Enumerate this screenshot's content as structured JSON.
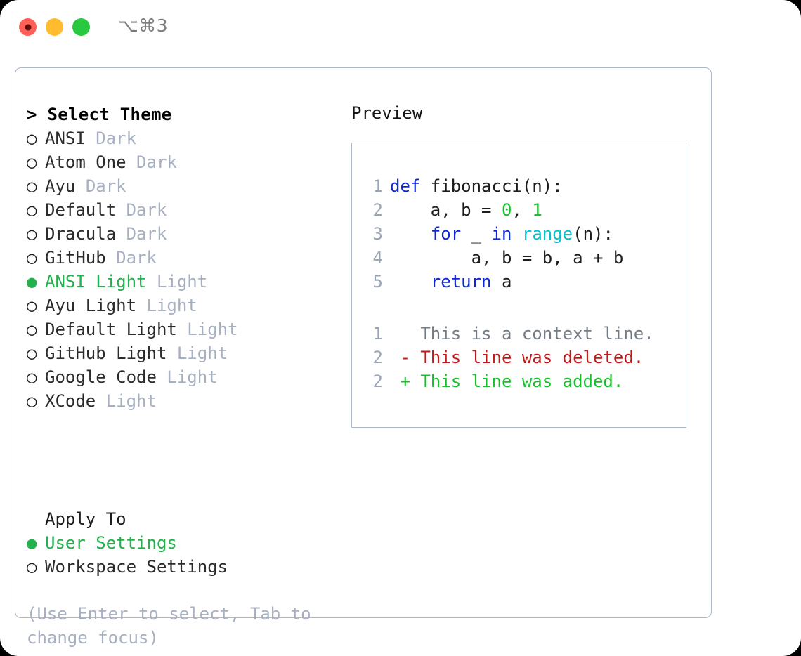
{
  "window": {
    "titlebar_shortcut": "⌥⌘3",
    "traffic_lights": [
      "close-record-dot",
      "minimize",
      "maximize"
    ]
  },
  "colors": {
    "accent_green": "#22b14c",
    "muted_tag": "#a7b0c0",
    "panel_border": "#aeb7c6",
    "keyword_blue": "#0b27d6",
    "builtin_cyan": "#00c1d4",
    "number_green": "#16c02a",
    "diff_delete_red": "#c01b1b",
    "diff_add_green": "#16c02a",
    "line_number_gray": "#9aa5b5",
    "traffic_red": "#ff5f57",
    "traffic_yellow": "#febc2e",
    "traffic_green": "#28c840"
  },
  "theme_panel": {
    "heading_marker": ">",
    "heading": "Select Theme",
    "marker_selected": "●",
    "marker_unselected": "○",
    "items": [
      {
        "name": "ANSI",
        "tag": "Dark",
        "selected": false
      },
      {
        "name": "Atom One",
        "tag": "Dark",
        "selected": false
      },
      {
        "name": "Ayu",
        "tag": "Dark",
        "selected": false
      },
      {
        "name": "Default",
        "tag": "Dark",
        "selected": false
      },
      {
        "name": "Dracula",
        "tag": "Dark",
        "selected": false
      },
      {
        "name": "GitHub",
        "tag": "Dark",
        "selected": false
      },
      {
        "name": "ANSI Light",
        "tag": "Light",
        "selected": true
      },
      {
        "name": "Ayu Light",
        "tag": "Light",
        "selected": false
      },
      {
        "name": "Default Light",
        "tag": "Light",
        "selected": false
      },
      {
        "name": "GitHub Light",
        "tag": "Light",
        "selected": false
      },
      {
        "name": "Google Code",
        "tag": "Light",
        "selected": false
      },
      {
        "name": "XCode",
        "tag": "Light",
        "selected": false
      }
    ]
  },
  "apply_to": {
    "heading": "Apply To",
    "options": [
      {
        "label": "User Settings",
        "selected": true
      },
      {
        "label": "Workspace Settings",
        "selected": false
      }
    ]
  },
  "hint": "(Use Enter to select, Tab to change focus)",
  "preview": {
    "heading": "Preview",
    "code": {
      "lines": [
        {
          "n": "1",
          "tokens": [
            {
              "t": "def ",
              "c": "kw"
            },
            {
              "t": "fibonacci(n):",
              "c": "plain"
            }
          ]
        },
        {
          "n": "2",
          "tokens": [
            {
              "t": "    a, b = ",
              "c": "plain"
            },
            {
              "t": "0",
              "c": "num"
            },
            {
              "t": ", ",
              "c": "plain"
            },
            {
              "t": "1",
              "c": "num"
            }
          ]
        },
        {
          "n": "3",
          "tokens": [
            {
              "t": "    ",
              "c": "plain"
            },
            {
              "t": "for",
              "c": "kw"
            },
            {
              "t": " _ ",
              "c": "plain"
            },
            {
              "t": "in",
              "c": "kw"
            },
            {
              "t": " ",
              "c": "plain"
            },
            {
              "t": "range",
              "c": "bi"
            },
            {
              "t": "(n):",
              "c": "plain"
            }
          ]
        },
        {
          "n": "4",
          "tokens": [
            {
              "t": "        a, b = b, a + b",
              "c": "plain"
            }
          ]
        },
        {
          "n": "5",
          "tokens": [
            {
              "t": "    ",
              "c": "plain"
            },
            {
              "t": "return",
              "c": "kw"
            },
            {
              "t": " a",
              "c": "plain"
            }
          ]
        }
      ]
    },
    "diff": {
      "lines": [
        {
          "n": "1",
          "sign": " ",
          "text": "This is a context line.",
          "kind": "diff-ctx"
        },
        {
          "n": "2",
          "sign": "-",
          "text": "This line was deleted.",
          "kind": "diff-del"
        },
        {
          "n": "2",
          "sign": "+",
          "text": "This line was added.",
          "kind": "diff-add"
        }
      ]
    }
  }
}
